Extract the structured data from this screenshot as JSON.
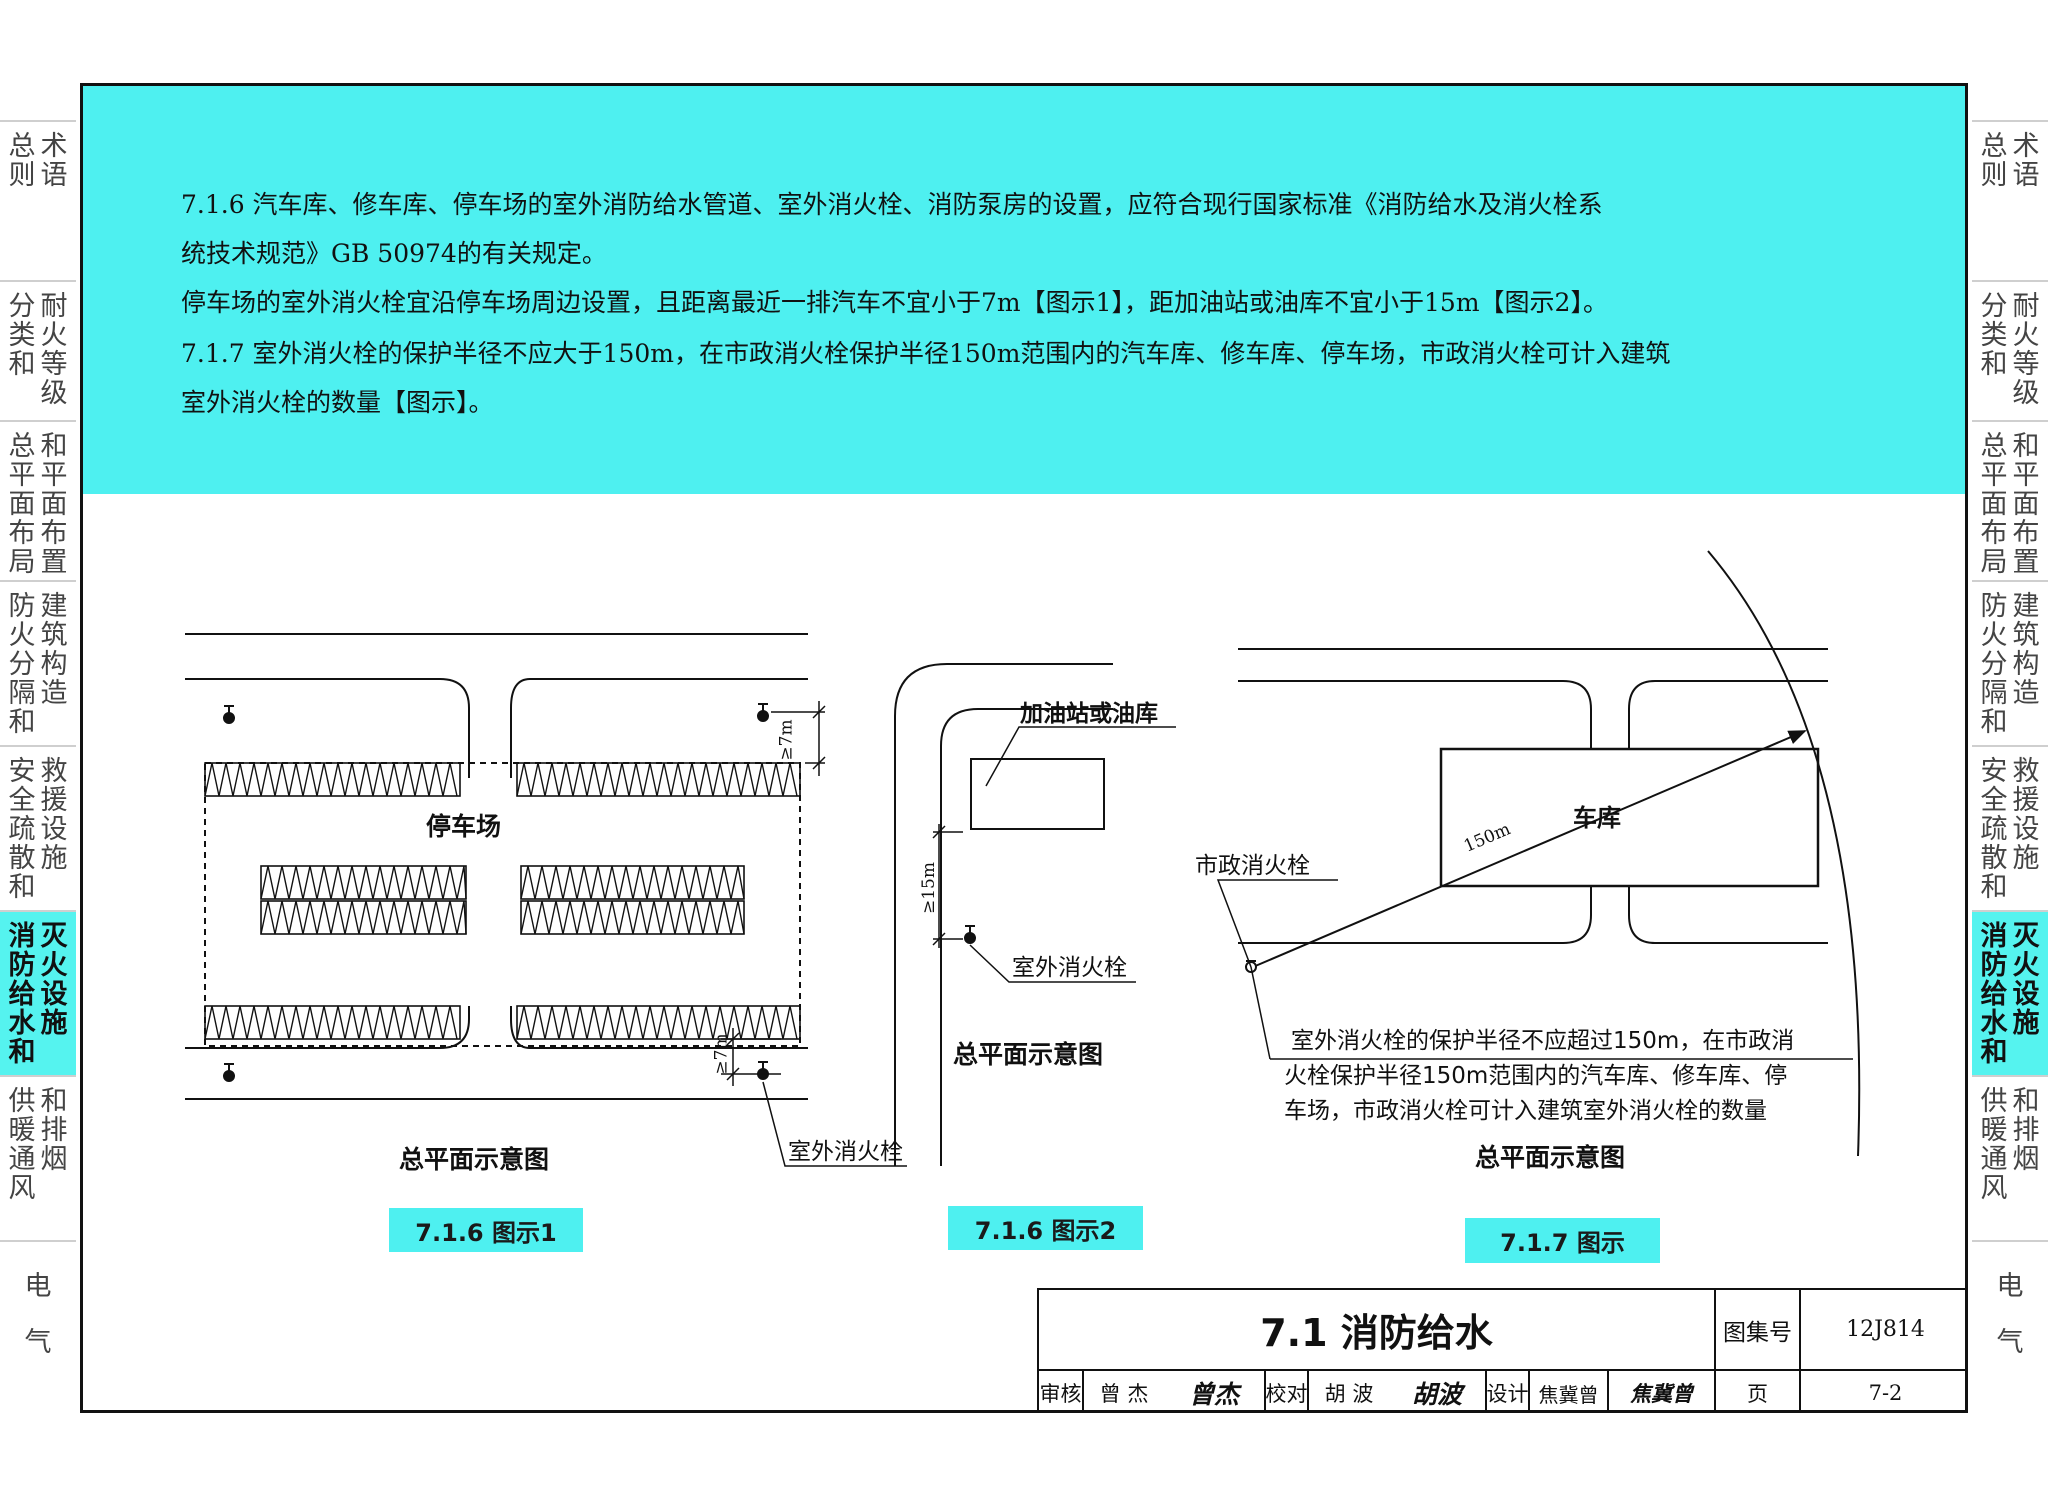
{
  "side_tabs": [
    {
      "id": "general",
      "lines": [
        "总则",
        "术语"
      ],
      "active": false
    },
    {
      "id": "fire-rating",
      "lines": [
        "分类和",
        "耐火等级"
      ],
      "active": false
    },
    {
      "id": "site-plan",
      "lines": [
        "总平面布局",
        "和平面布置"
      ],
      "active": false
    },
    {
      "id": "fire-separation",
      "lines": [
        "防火分隔和",
        "建筑构造"
      ],
      "active": false
    },
    {
      "id": "evacuation",
      "lines": [
        "安全疏散和",
        "救援设施"
      ],
      "active": false
    },
    {
      "id": "water-supply",
      "lines": [
        "消防给水和",
        "灭火设施"
      ],
      "active": true
    },
    {
      "id": "hvac",
      "lines": [
        "供暖通风",
        "和排烟"
      ],
      "active": false
    },
    {
      "id": "electrical",
      "lines": [
        "电",
        "气"
      ],
      "active": false
    }
  ],
  "text": {
    "p1_line1": "7.1.6  汽车库、修车库、停车场的室外消防给水管道、室外消火栓、消防泵房的设置，应符合现行国家标准《消防给水及消火栓系",
    "p1_line2": "统技术规范》GB 50974的有关规定。",
    "p2_line1": "    停车场的室外消火栓宜沿停车场周边设置，且距离最近一排汽车不宜小于7m【图示1】，距加油站或油库不宜小于15m【图示2】。",
    "p3_line1": "7.1.7  室外消火栓的保护半径不应大于150m，在市政消火栓保护半径150m范围内的汽车库、修车库、停车场，市政消火栓可计入建筑",
    "p3_line2": "室外消火栓的数量【图示】。"
  },
  "figure1": {
    "parking_label": "停车场",
    "dim_top": "≥7m",
    "dim_bottom": "≥7m",
    "hydrant_label": "室外消火栓",
    "plan_caption": "总平面示意图",
    "caption": "7.1.6  图示1"
  },
  "figure2": {
    "station_label": "加油站或油库",
    "dim": "≥15m",
    "hydrant_label": "室外消火栓",
    "plan_caption": "总平面示意图",
    "caption": "7.1.6  图示2"
  },
  "figure3": {
    "radius_label": "150m",
    "garage_label": "车库",
    "municipal_label": "市政消火栓",
    "note_line1": "室外消火栓的保护半径不应超过150m，在市政消",
    "note_line2": "火栓保护半径150m范围内的汽车库、修车库、停",
    "note_line3": "车场，市政消火栓可计入建筑室外消火栓的数量",
    "plan_caption": "总平面示意图",
    "caption": "7.1.7  图示"
  },
  "title_block": {
    "title": "7.1  消防给水",
    "atlas_label": "图集号",
    "atlas_no": "12J814",
    "review_label": "审核",
    "reviewer": "曾 杰",
    "reviewer_sig": "曾杰",
    "check_label": "校对",
    "checker": "胡 波",
    "checker_sig": "胡波",
    "design_label": "设计",
    "designer": "焦冀曾",
    "designer_sig": "焦冀曾",
    "page_label": "页",
    "page_no": "7-2"
  },
  "colors": {
    "band": "#4ef0f0",
    "active_tab": "#55f3ef",
    "ink": "#111111"
  }
}
